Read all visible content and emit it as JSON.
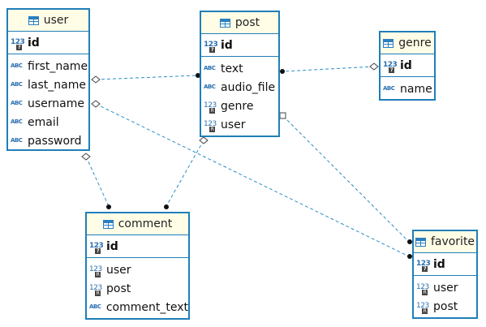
{
  "entities": {
    "user": {
      "name": "user",
      "pk": "id",
      "columns": [
        "first_name",
        "last_name",
        "username",
        "email",
        "password"
      ]
    },
    "post": {
      "name": "post",
      "pk": "id",
      "columns": [
        "text",
        "audio_file",
        "genre",
        "user"
      ]
    },
    "genre": {
      "name": "genre",
      "pk": "id",
      "columns": [
        "name"
      ]
    },
    "comment": {
      "name": "comment",
      "pk": "id",
      "columns": [
        "user",
        "post",
        "comment_text"
      ]
    },
    "favorite": {
      "name": "favorite",
      "pk": "id",
      "columns": [
        "user",
        "post"
      ]
    }
  },
  "icons": {
    "numeric": "123",
    "text": "ABC",
    "table": "table-icon"
  },
  "colors": {
    "border": "#1f7fb8",
    "header_bg": "#fffde6",
    "connector": "#2a8fc8"
  }
}
